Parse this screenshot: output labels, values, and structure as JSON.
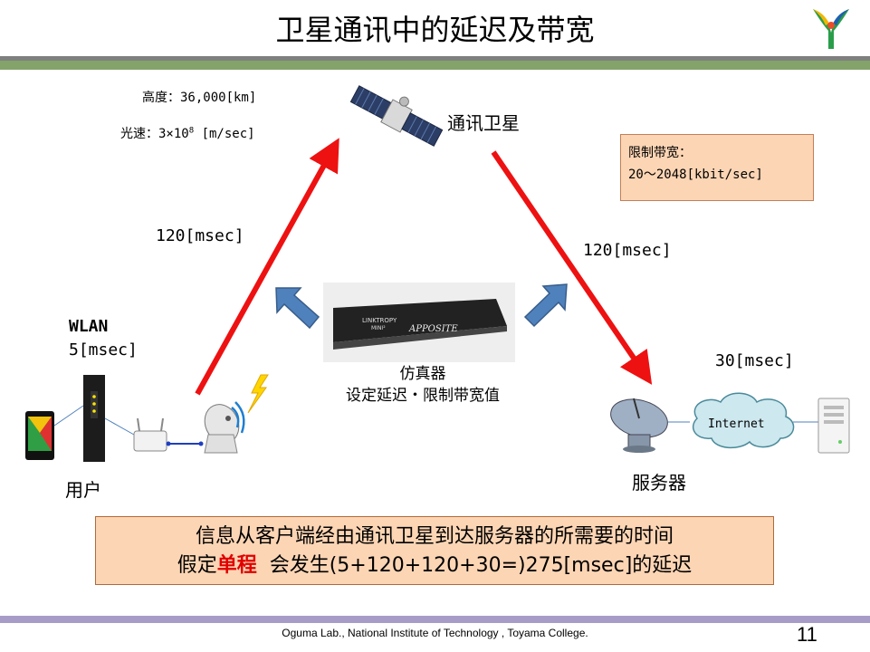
{
  "slide": {
    "title": "卫星通讯中的延迟及带宽",
    "altitude": "高度：36,000[km]",
    "light_speed_prefix": "光速：3×10",
    "light_speed_exp": "8",
    "light_speed_unit": "[m/sec]",
    "satellite_label": "通讯卫星",
    "limit_line1": "限制带宽：",
    "limit_line2": "20～2048[kbit/sec]",
    "uplink_delay": "120[msec]",
    "downlink_delay": "120[msec]",
    "wlan_label": "WLAN",
    "wlan_delay": "5[msec]",
    "internet_delay": "30[msec]",
    "internet_label": "Internet",
    "emulator_line1": "仿真器",
    "emulator_line2": "设定延迟・限制带宽值",
    "device_brand_1": "LINKTROPY",
    "device_brand_2": "MINI²",
    "device_brand_3": "APPOSITE",
    "user_label": "用户",
    "server_label": "服务器",
    "summary_line1": "信息从客户端经由通讯卫星到达服务器的所需要的时间",
    "summary_line2_pre": "假定",
    "summary_line2_hl": "单程",
    "summary_line2_post": "  会发生(5+120+120+30=)275[msec]的延迟",
    "footer": "Oguma Lab., National Institute of Technology , Toyama College.",
    "page_number": "11"
  },
  "colors": {
    "arrow_red": "#ee1111",
    "arrow_blue": "#4f81bd",
    "box_fill": "#fcd5b4",
    "top_bar_green": "#84a36a",
    "bottom_bar_purple": "#a79cc8",
    "cloud_fill": "#cde8ee"
  }
}
